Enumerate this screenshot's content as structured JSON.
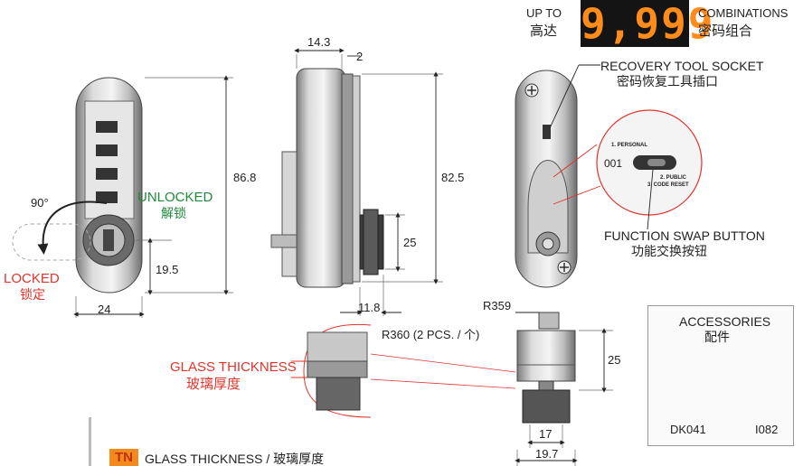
{
  "promo": {
    "up_to": "UP TO",
    "up_to_cn": "高达",
    "number": "9,999",
    "combinations": "COMBINATIONS",
    "combinations_cn": "密码组合"
  },
  "front": {
    "width": "24",
    "height": "86.8",
    "knob_offset": "19.5",
    "angle": "90°",
    "unlocked": "UNLOCKED",
    "unlocked_cn": "解锁",
    "locked": "LOCKED",
    "locked_cn": "锁定"
  },
  "side": {
    "dim_top": "14.3",
    "dim_gap": "2",
    "dim_height": "82.5",
    "dim_knob": "25",
    "dim_bottom": "11.8"
  },
  "back": {
    "recovery": "RECOVERY TOOL SOCKET",
    "recovery_cn": "密码恢复工具插口",
    "swap": "FUNCTION SWAP BUTTON",
    "swap_cn": "功能交换按钮",
    "personal": "1. PERSONAL",
    "code": "001",
    "public": "2. PUBLIC",
    "reset": "3. CODE RESET"
  },
  "bottom": {
    "r359": "R359",
    "r360": "R360 (2 PCS. / 个)",
    "dim_height": "25",
    "dim_inner": "17",
    "dim_outer": "19.7"
  },
  "glass": {
    "label": "GLASS THICKNESS",
    "label_cn": "玻璃厚度",
    "tn": "TN",
    "tn_text": "GLASS THICKNESS / 玻璃厚度"
  },
  "accessories": {
    "title": "ACCESSORIES",
    "title_cn": "配件",
    "item1": "DK041",
    "item2": "I082"
  }
}
